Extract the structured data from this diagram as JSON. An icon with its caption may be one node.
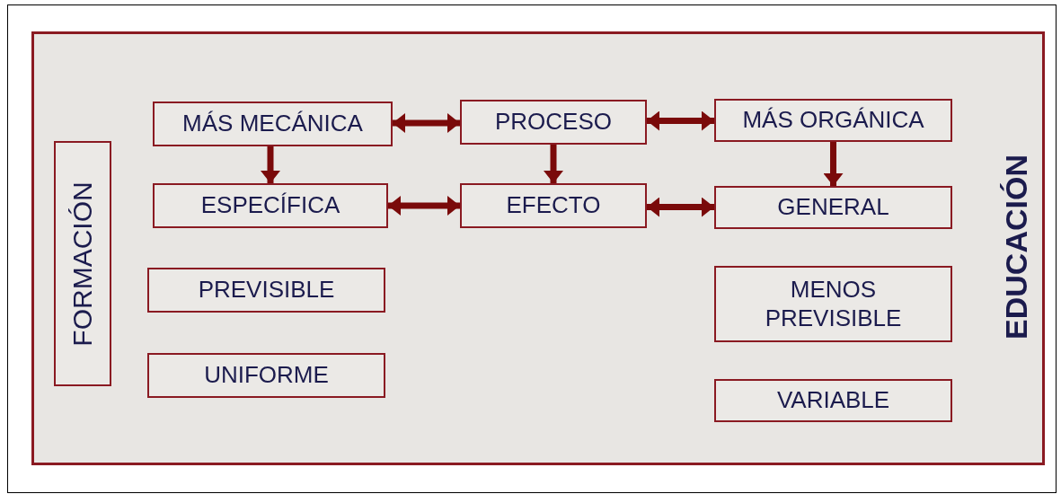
{
  "diagram": {
    "nodes": [
      {
        "text": [
          "EDUCACIÓN"
        ]
      },
      {
        "text": [
          "FORMACIÓN"
        ],
        "in": 0
      },
      {
        "text": [
          "MÁS MECÁNICA"
        ],
        "in": 0
      },
      {
        "text": [
          "PROCESO"
        ],
        "in": 0
      },
      {
        "text": [
          "MÁS ORGÁNICA"
        ],
        "in": 0
      },
      {
        "text": [
          "ESPECÍFICA"
        ],
        "in": 0
      },
      {
        "text": [
          "EFECTO"
        ],
        "in": 0
      },
      {
        "text": [
          "GENERAL"
        ],
        "in": 0
      },
      {
        "text": [
          "PREVISIBLE"
        ],
        "in": 0
      },
      {
        "text": [
          "MENOS PREVISIBLE"
        ],
        "in": 0
      },
      {
        "text": [
          "UNIFORME"
        ],
        "in": 0
      },
      {
        "text": [
          "VARIABLE"
        ],
        "in": 0
      }
    ],
    "edges": [
      {
        "from": 2,
        "to": 3,
        "arrow": "both"
      },
      {
        "from": 3,
        "to": 4,
        "arrow": "both"
      },
      {
        "from": 2,
        "to": 5,
        "arrow": "to"
      },
      {
        "from": 3,
        "to": 6,
        "arrow": "to"
      },
      {
        "from": 4,
        "to": 7,
        "arrow": "to"
      },
      {
        "from": 5,
        "to": 6,
        "arrow": "both"
      },
      {
        "from": 6,
        "to": 7,
        "arrow": "both"
      }
    ]
  }
}
